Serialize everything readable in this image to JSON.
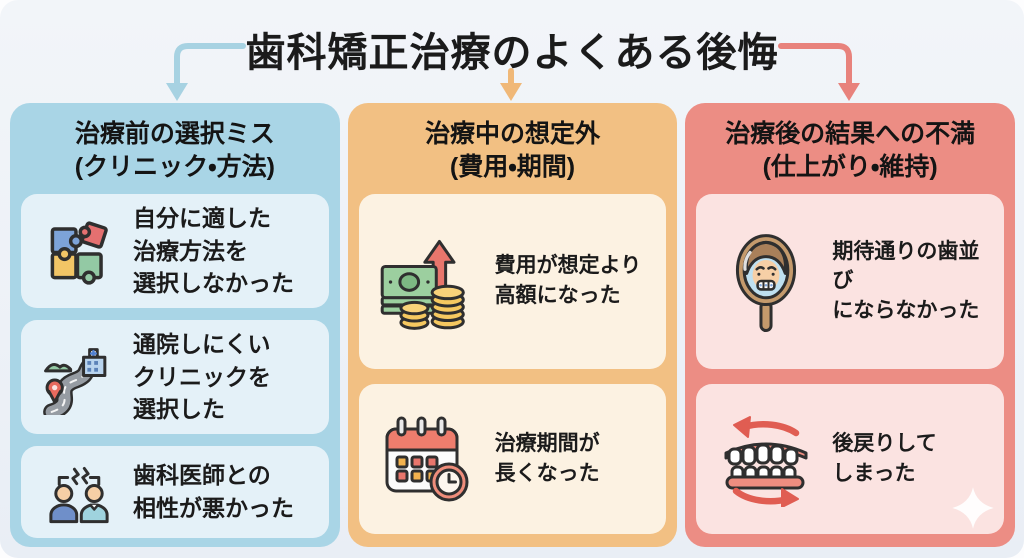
{
  "title": "歯科矯正治療のよくある後悔",
  "colors": {
    "page_bg": "#edf1f7",
    "title_text": "#1b1b1b",
    "arrow_blue": "#a7d2e2",
    "arrow_orange": "#f0b878",
    "arrow_red": "#e8827c",
    "column_before_bg": "#a9d5e6",
    "column_before_card_bg": "#e4f1f8",
    "column_during_bg": "#f2c083",
    "column_during_card_bg": "#fcf2e2",
    "column_after_bg": "#ec8d84",
    "column_after_card_bg": "#fbe3e1"
  },
  "columns": [
    {
      "header_line1": "治療前の選択ミス",
      "header_line2": "(クリニック・方法)",
      "cards": [
        {
          "icon": "puzzle-icon",
          "lines": [
            "自分に適した",
            "治療方法を",
            "選択しなかった"
          ]
        },
        {
          "icon": "clinic-route-icon",
          "lines": [
            "通院しにくい",
            "クリニックを",
            "選択した"
          ]
        },
        {
          "icon": "dentist-conflict-icon",
          "lines": [
            "歯科医師との",
            "相性が悪かった"
          ]
        }
      ]
    },
    {
      "header_line1": "治療中の想定外",
      "header_line2": "(費用・期間)",
      "cards": [
        {
          "icon": "cost-increase-icon",
          "lines": [
            "費用が想定より",
            "高額になった"
          ]
        },
        {
          "icon": "calendar-clock-icon",
          "lines": [
            "治療期間が",
            "長くなった"
          ]
        }
      ]
    },
    {
      "header_line1": "治療後の結果への不満",
      "header_line2": "(仕上がり・維持)",
      "cards": [
        {
          "icon": "mirror-face-icon",
          "lines": [
            "期待通りの歯並び",
            "にならなかった"
          ]
        },
        {
          "icon": "teeth-relapse-icon",
          "lines": [
            "後戻りして",
            "しまった"
          ]
        }
      ]
    }
  ],
  "decorations": {
    "sparkle": "sparkle-icon"
  }
}
